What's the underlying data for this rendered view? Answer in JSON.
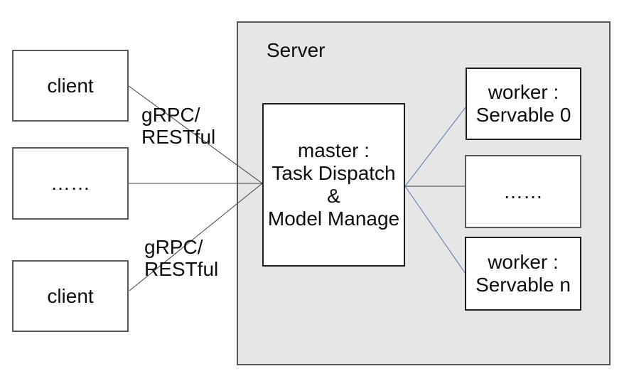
{
  "diagram": {
    "server": {
      "label": "Server"
    },
    "nodes": {
      "client_top": {
        "label": "client"
      },
      "clients_more": {
        "label": "……"
      },
      "client_bottom": {
        "label": "client"
      },
      "master": {
        "label": "master :\nTask Dispatch\n&\nModel Manage"
      },
      "worker_0": {
        "label": "worker :\nServable 0"
      },
      "workers_more": {
        "label": "……"
      },
      "worker_n": {
        "label": "worker :\nServable n"
      }
    },
    "edge_labels": {
      "client_top_master": "gRPC/\nRESTful",
      "client_bottom_master": "gRPC/\nRESTful"
    },
    "colors": {
      "server_fill": "#e6e6e6",
      "server_border": "#595959",
      "outer_box_border": "#595959",
      "inner_box_border": "#1f1f1f",
      "client_edge": "#3f3f3f",
      "worker_edge": "#4f74b4",
      "text": "#0d0d0d"
    }
  }
}
